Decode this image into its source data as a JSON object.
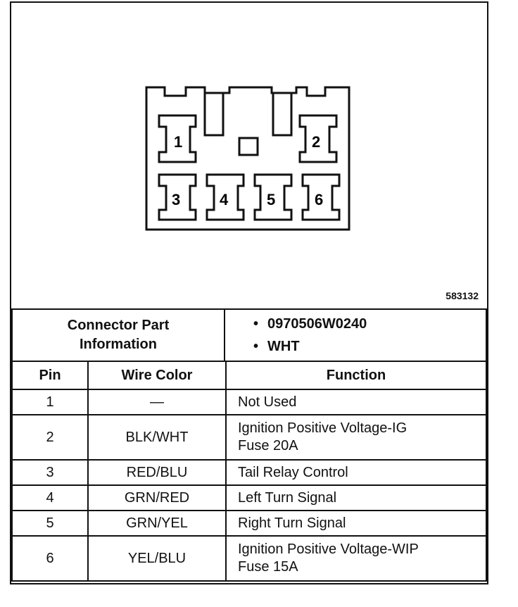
{
  "figure": {
    "id": "583132",
    "pin_labels": [
      "1",
      "2",
      "3",
      "4",
      "5",
      "6"
    ]
  },
  "connector_info": {
    "label_line1": "Connector Part",
    "label_line2": "Information",
    "bullets": [
      "0970506W0240",
      "WHT"
    ]
  },
  "pin_table": {
    "headers": [
      "Pin",
      "Wire Color",
      "Function"
    ],
    "rows": [
      {
        "pin": "1",
        "color": "—",
        "function": [
          "Not Used"
        ]
      },
      {
        "pin": "2",
        "color": "BLK/WHT",
        "function": [
          "Ignition Positive Voltage-IG",
          "Fuse 20A"
        ]
      },
      {
        "pin": "3",
        "color": "RED/BLU",
        "function": [
          "Tail Relay Control"
        ]
      },
      {
        "pin": "4",
        "color": "GRN/RED",
        "function": [
          "Left Turn Signal"
        ]
      },
      {
        "pin": "5",
        "color": "GRN/YEL",
        "function": [
          "Right Turn Signal"
        ]
      },
      {
        "pin": "6",
        "color": "YEL/BLU",
        "function": [
          "Ignition Positive Voltage-WIP",
          "Fuse 15A"
        ]
      }
    ]
  }
}
